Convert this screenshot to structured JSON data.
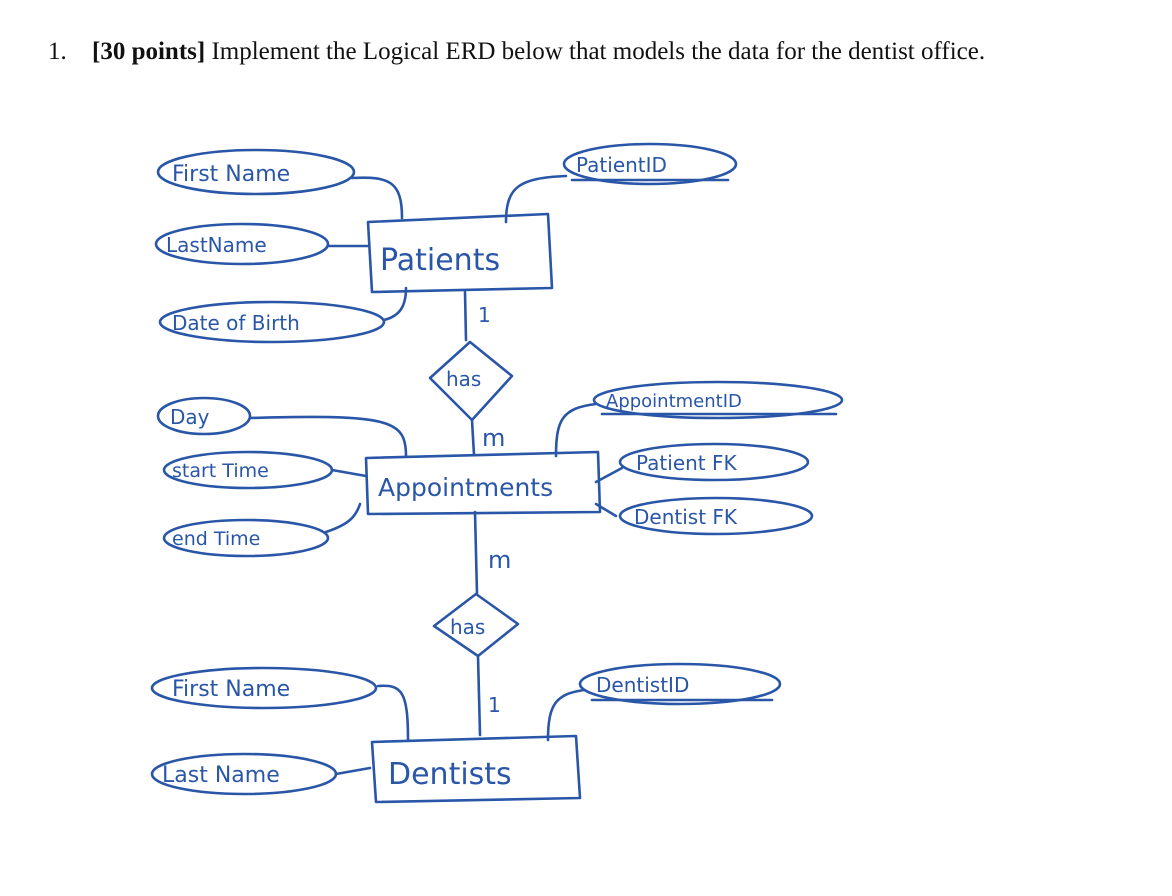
{
  "question": {
    "number": "1.",
    "points": "[30 points]",
    "text": " Implement the Logical ERD below that models the data for the dentist office."
  },
  "colors": {
    "ink": "#2a56a8",
    "text": "#111111"
  },
  "diagram": {
    "entities": [
      {
        "name": "Patients"
      },
      {
        "name": "Appointments"
      },
      {
        "name": "Dentists"
      }
    ],
    "attributes": {
      "patients": [
        "First Name",
        "LastName",
        "Date of Birth",
        "PatientID"
      ],
      "appointments": [
        "Day",
        "start Time",
        "end Time",
        "AppointmentID",
        "Patient FK",
        "Dentist FK"
      ],
      "dentists": [
        "First Name",
        "Last Name",
        "DentistID"
      ]
    },
    "relationships": [
      {
        "label": "has",
        "card_top": "1",
        "card_bottom": "m"
      },
      {
        "label": "has",
        "card_top": "m",
        "card_bottom": "1"
      }
    ]
  }
}
